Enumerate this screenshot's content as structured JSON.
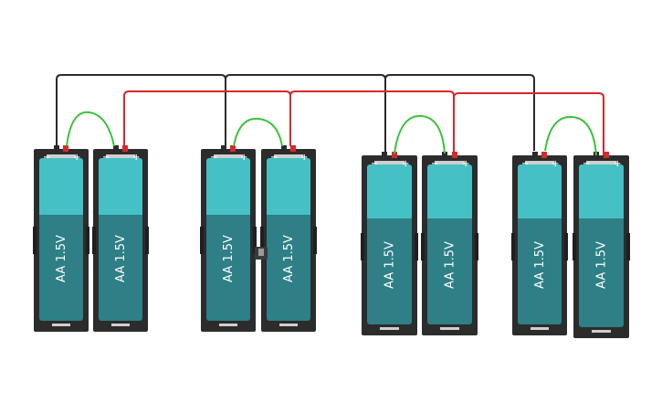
{
  "colors": {
    "background": "#ffffff",
    "holder": "#2c2c2c",
    "battery_top": "#45c1c6",
    "battery_bottom": "#2e7f86",
    "wire_black": "#2a2a2a",
    "wire_red": "#d42a2a",
    "wire_green": "#3ec13e",
    "terminal": "#cfcfcf"
  },
  "batteries": [
    {
      "label": "AA 1.5V",
      "minus": "−",
      "plus": "+"
    },
    {
      "label": "AA 1.5V",
      "minus": "−",
      "plus": "+"
    },
    {
      "label": "AA 1.5V",
      "minus": "−",
      "plus": "+"
    },
    {
      "label": "AA 1.5V",
      "minus": "−",
      "plus": "+"
    },
    {
      "label": "AA 1.5V",
      "minus": "−",
      "plus": "+"
    },
    {
      "label": "AA 1.5V",
      "minus": "−",
      "plus": "+"
    },
    {
      "label": "AA 1.5V",
      "minus": "−",
      "plus": "+"
    },
    {
      "label": "AA 1.5V",
      "minus": "−",
      "plus": "+"
    }
  ],
  "icons": {
    "switch": "slide-switch-icon"
  }
}
